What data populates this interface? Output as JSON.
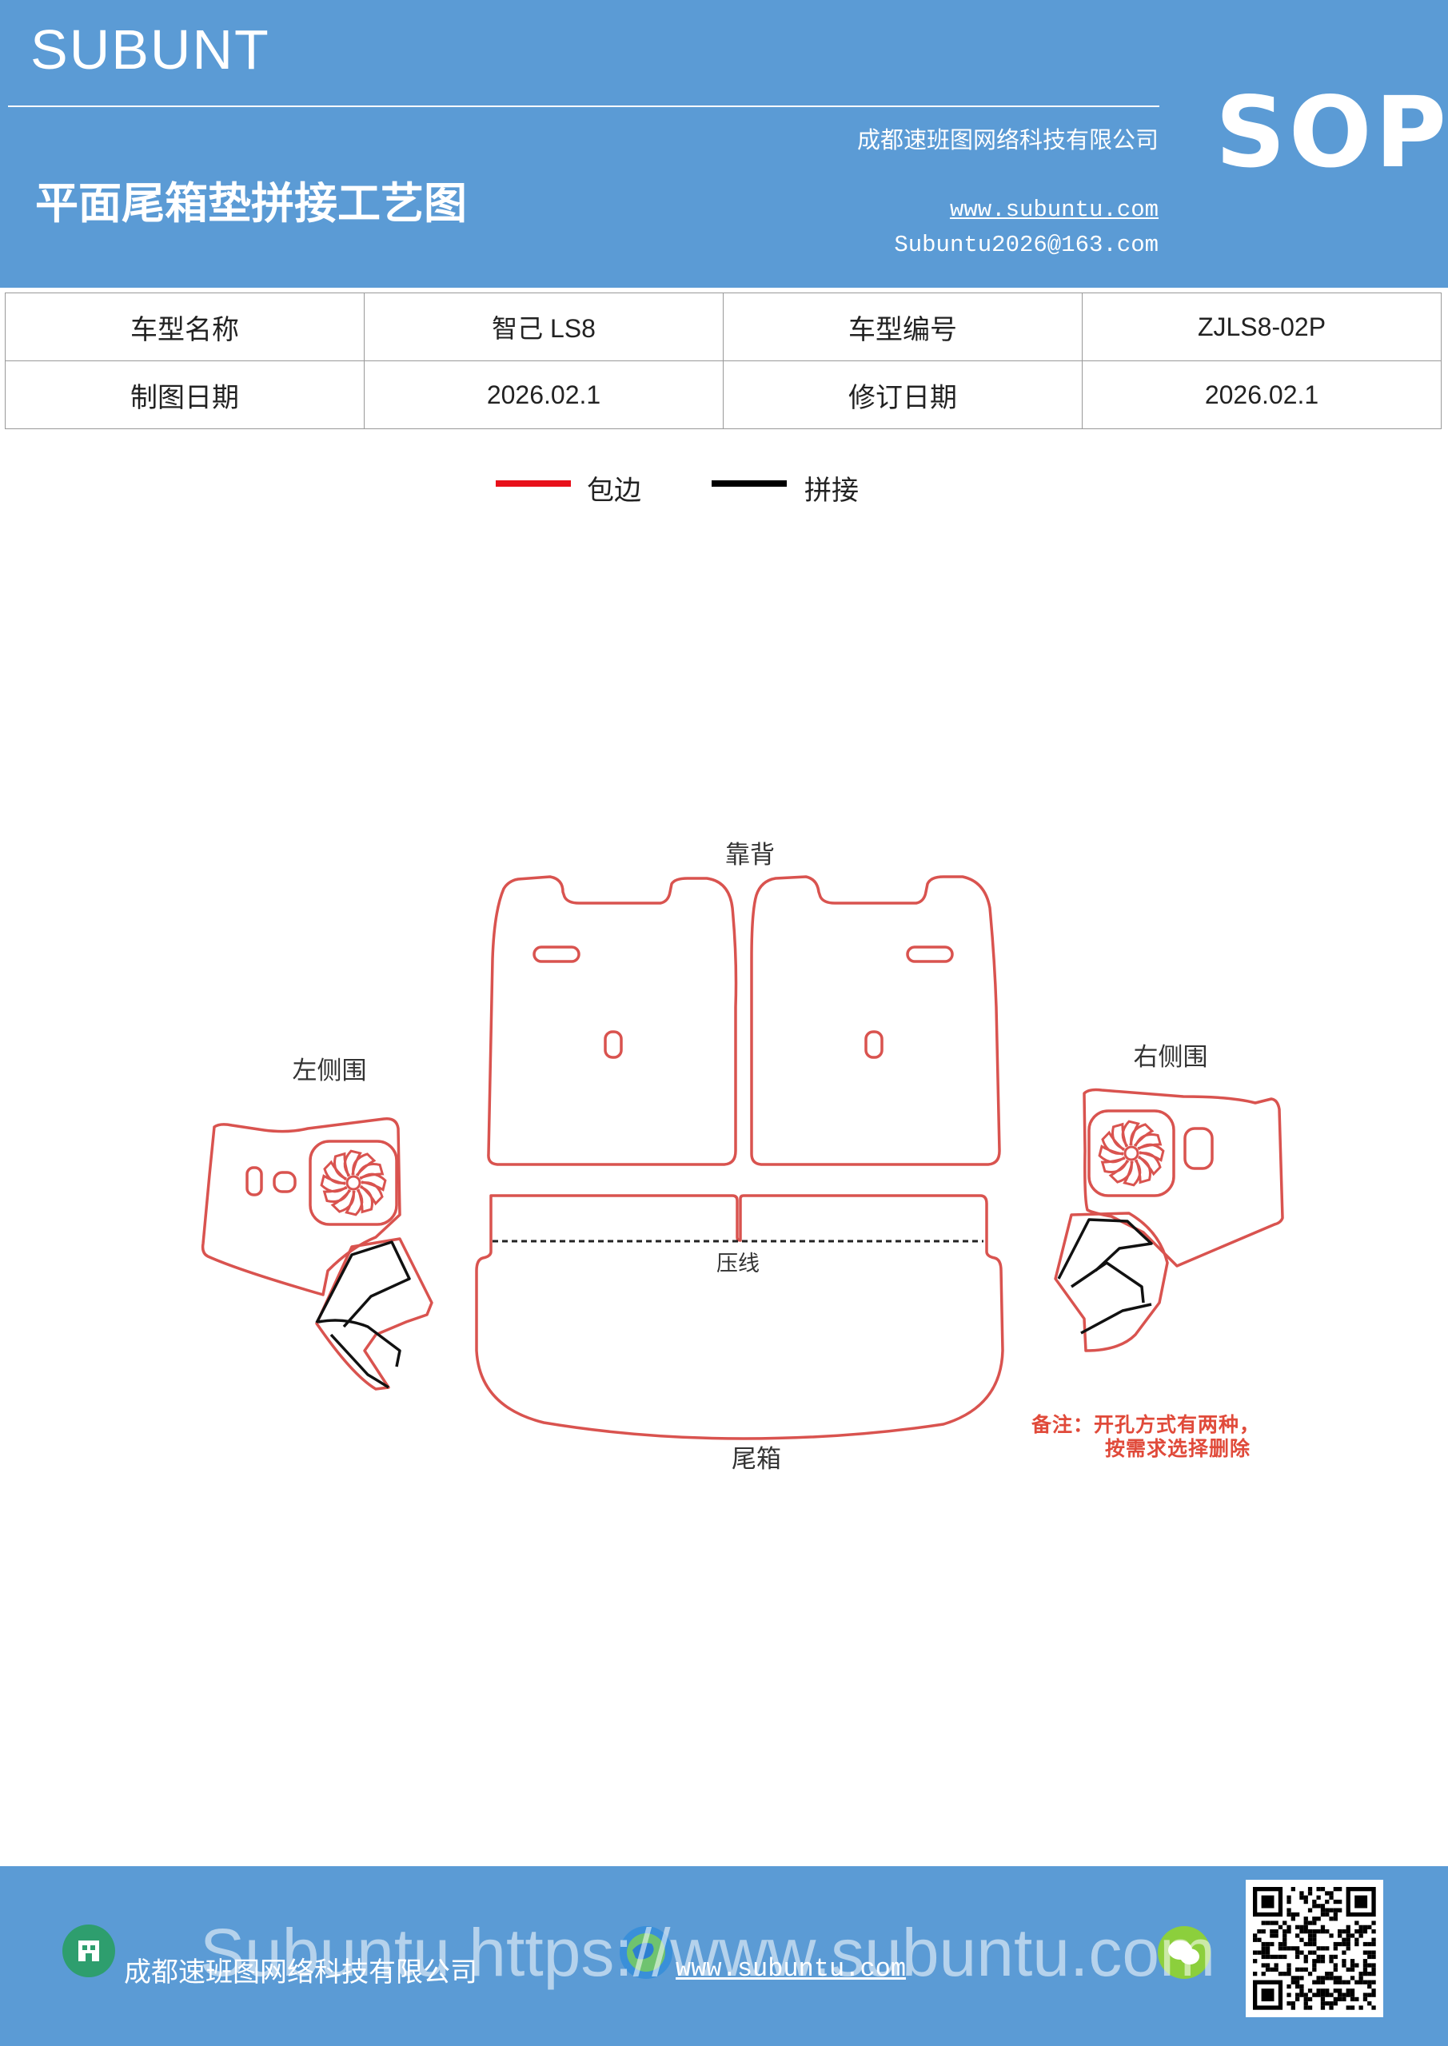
{
  "header": {
    "brand": "SUBUNT",
    "sop": "SOP",
    "title": "平面尾箱垫拼接工艺图",
    "company": "成都速班图网络科技有限公司",
    "website": "www.subuntu.com",
    "email": "Subuntu2026@163.com"
  },
  "info_table": {
    "rows": [
      [
        "车型名称",
        "智己 LS8",
        "车型编号",
        "ZJLS8-02P"
      ],
      [
        "制图日期",
        "2026.02.1",
        "修订日期",
        "2026.02.1"
      ]
    ]
  },
  "legend": [
    {
      "label": "包边",
      "color": "#e8101a"
    },
    {
      "label": "拼接",
      "color": "#000000"
    }
  ],
  "diagram": {
    "labels": {
      "backrest": "靠背",
      "left_side": "左侧围",
      "right_side": "右侧围",
      "press_line": "压线",
      "trunk": "尾箱"
    },
    "edge_color": "#d9534f"
  },
  "note": [
    "备注：开孔方式有两种，",
    "按需求选择删除"
  ],
  "footer": {
    "company": "成都速班图网络科技有限公司",
    "url": "www.subuntu.com",
    "watermark": "Subuntu  https://www.subuntu.com"
  }
}
